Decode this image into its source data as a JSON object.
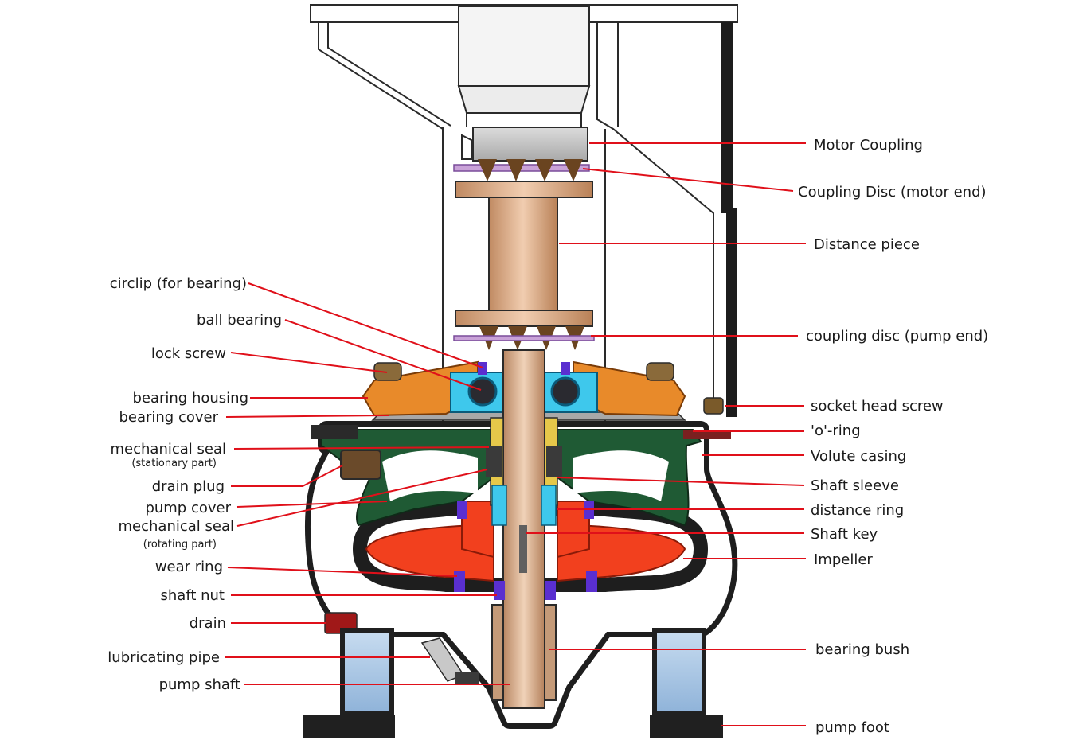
{
  "diagram": {
    "labels_right": {
      "motor_coupling": "Motor Coupling",
      "coupling_disc_motor_end": "Coupling Disc (motor end)",
      "distance_piece": "Distance piece",
      "coupling_disc_pump_end": "coupling disc (pump end)",
      "socket_head_screw": "socket head screw",
      "o_ring": "'o'-ring",
      "volute_casing": "Volute casing",
      "shaft_sleeve": "Shaft sleeve",
      "distance_ring": "distance ring",
      "shaft_key": "Shaft key",
      "impeller": "Impeller",
      "bearing_bush": "bearing bush",
      "pump_foot": "pump foot"
    },
    "labels_left": {
      "circlip": "circlip (for bearing)",
      "ball_bearing": "ball bearing",
      "lock_screw": "lock screw",
      "bearing_housing": "bearing housing",
      "bearing_cover": "bearing cover",
      "mech_seal_stationary": "mechanical seal",
      "mech_seal_stationary_sub": "(stationary part)",
      "drain_plug": "drain plug",
      "pump_cover": "pump cover",
      "mech_seal_rotating": "mechanical seal",
      "mech_seal_rotating_sub": "(rotating part)",
      "wear_ring": "wear ring",
      "shaft_nut": "shaft nut",
      "drain": "drain",
      "lubricating_pipe": "lubricating pipe",
      "pump_shaft": "pump shaft"
    },
    "colors": {
      "leader": "#e0101a",
      "coupling": "#d9a57e",
      "bearing_housing": "#e88a2a",
      "bearing": "#3ec8ec",
      "casing": "#1f5a34",
      "impeller": "#f2401e",
      "seal": "#5a2fd0",
      "foot_glass": "#a9c7e6",
      "dark": "#202020"
    }
  }
}
